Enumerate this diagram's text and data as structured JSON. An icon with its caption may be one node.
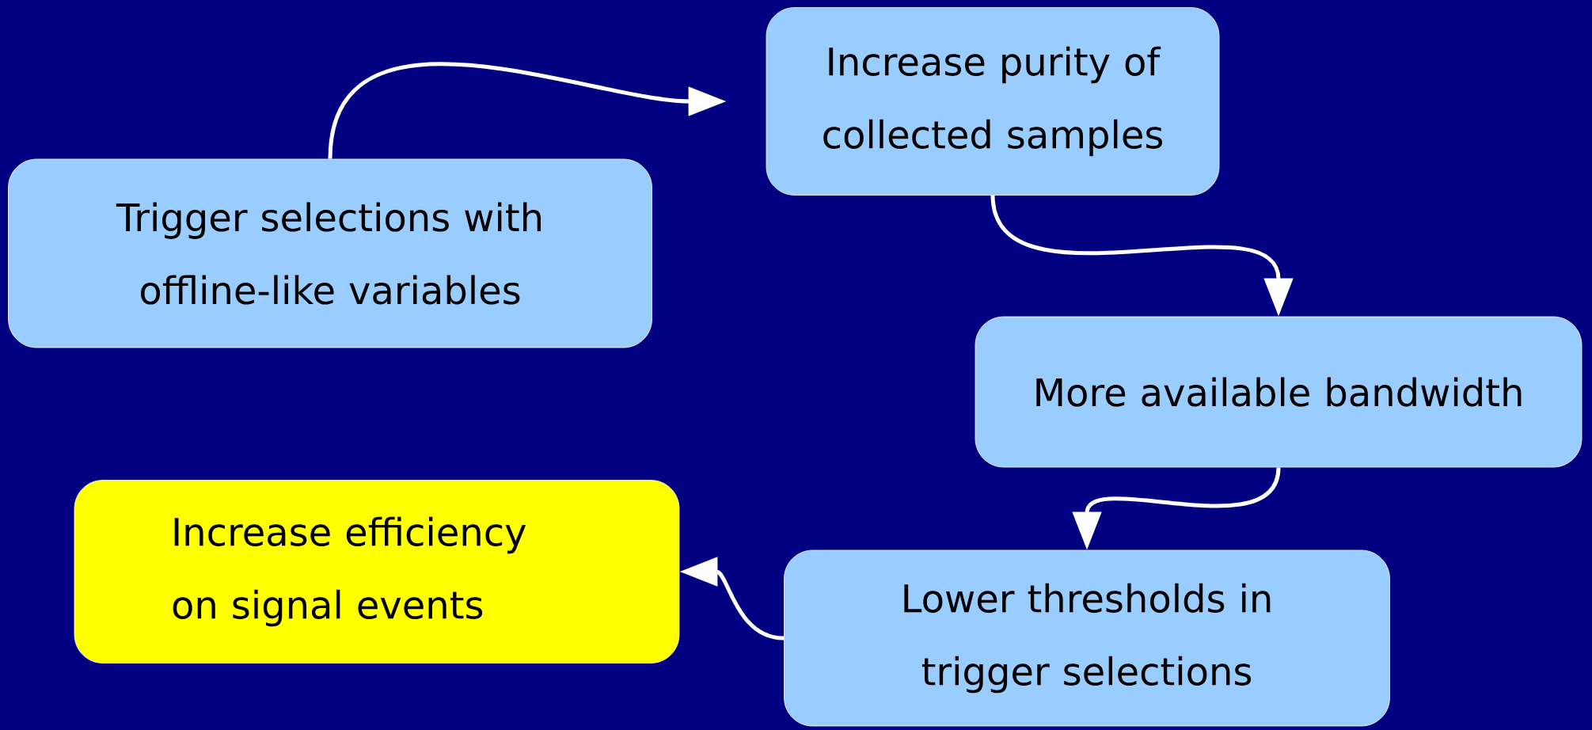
{
  "diagram": {
    "nodes": [
      {
        "text": [
          "Trigger selections with offline-like variables"
        ]
      },
      {
        "text": [
          "Increase purity of collected samples"
        ]
      },
      {
        "text": [
          "More available bandwidth"
        ]
      },
      {
        "text": [
          "Lower thresholds in trigger selections"
        ]
      },
      {
        "text": [
          "Increase efficiency on signal events"
        ]
      }
    ],
    "edges": [
      {
        "from": 0,
        "to": 1,
        "arrow": "to"
      },
      {
        "from": 1,
        "to": 2,
        "arrow": "to"
      },
      {
        "from": 2,
        "to": 3,
        "arrow": "to"
      },
      {
        "from": 3,
        "to": 4,
        "arrow": "to"
      }
    ]
  }
}
